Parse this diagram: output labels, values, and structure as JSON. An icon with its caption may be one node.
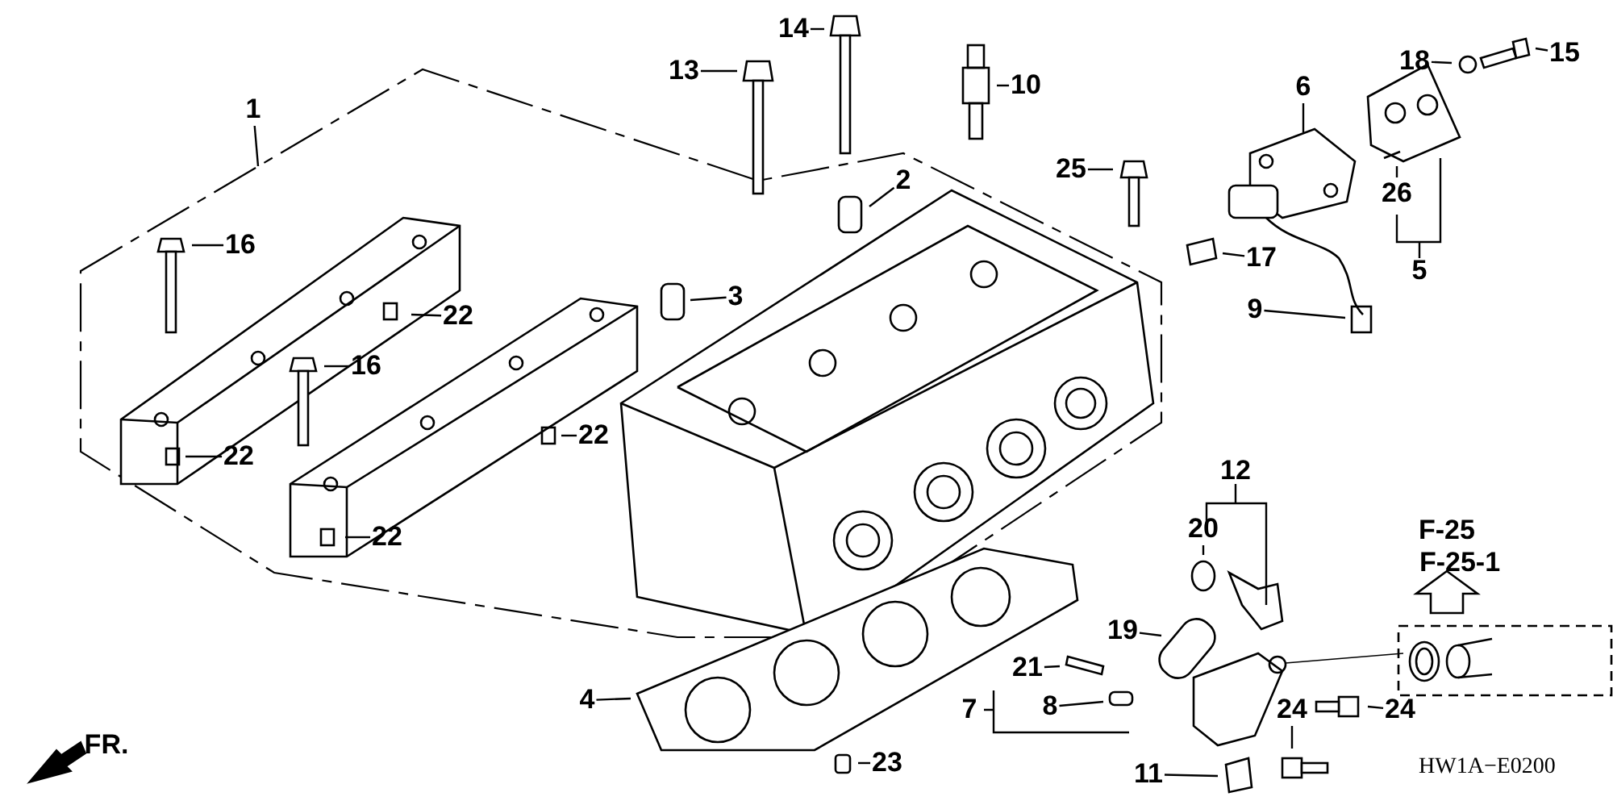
{
  "diagram": {
    "nodes": [
      {
        "text": [
          "14"
        ]
      },
      {
        "text": [
          "15"
        ]
      },
      {
        "text": [
          "18"
        ]
      },
      {
        "text": [
          "13"
        ]
      },
      {
        "text": [
          "10"
        ]
      },
      {
        "text": [
          "6"
        ]
      },
      {
        "text": [
          "1"
        ]
      },
      {
        "text": [
          "25"
        ]
      },
      {
        "text": [
          "26"
        ]
      },
      {
        "text": [
          "2"
        ]
      },
      {
        "text": [
          "16"
        ]
      },
      {
        "text": [
          "17"
        ]
      },
      {
        "text": [
          "3"
        ]
      },
      {
        "text": [
          "22"
        ]
      },
      {
        "text": [
          "9"
        ]
      },
      {
        "text": [
          "16"
        ]
      },
      {
        "text": [
          "22"
        ]
      },
      {
        "text": [
          "22"
        ]
      },
      {
        "text": [
          "20"
        ]
      },
      {
        "text": [
          "22"
        ]
      },
      {
        "text": [
          "19"
        ]
      },
      {
        "text": [
          "21"
        ]
      },
      {
        "text": [
          "4"
        ]
      },
      {
        "text": [
          "8"
        ]
      },
      {
        "text": [
          "24"
        ]
      },
      {
        "text": [
          "24"
        ]
      },
      {
        "text": [
          "11"
        ]
      },
      {
        "text": [
          "23"
        ]
      }
    ],
    "edges": [
      {
        "from": 0,
        "to": null,
        "arrow": "none"
      },
      {
        "from": 1,
        "to": null,
        "arrow": "none"
      },
      {
        "from": 2,
        "to": null,
        "arrow": "none"
      },
      {
        "from": 3,
        "to": null,
        "arrow": "none"
      },
      {
        "from": 4,
        "to": null,
        "arrow": "none"
      },
      {
        "from": 5,
        "to": null,
        "arrow": "none"
      },
      {
        "from": 6,
        "to": null,
        "arrow": "none"
      },
      {
        "from": 7,
        "to": null,
        "arrow": "none"
      },
      {
        "from": 8,
        "to": null,
        "arrow": "none"
      },
      {
        "from": 9,
        "to": null,
        "arrow": "none"
      },
      {
        "from": 10,
        "to": null,
        "arrow": "none"
      },
      {
        "from": 11,
        "to": null,
        "arrow": "none"
      },
      {
        "from": 12,
        "to": null,
        "arrow": "none"
      },
      {
        "from": 13,
        "to": null,
        "arrow": "none"
      },
      {
        "from": 14,
        "to": null,
        "arrow": "none"
      },
      {
        "from": 15,
        "to": null,
        "arrow": "none"
      },
      {
        "from": 16,
        "to": null,
        "arrow": "none"
      },
      {
        "from": 17,
        "to": null,
        "arrow": "none"
      },
      {
        "from": 18,
        "to": null,
        "arrow": "none"
      },
      {
        "from": 19,
        "to": null,
        "arrow": "none"
      },
      {
        "from": 20,
        "to": null,
        "arrow": "none"
      },
      {
        "from": 21,
        "to": null,
        "arrow": "none"
      },
      {
        "from": 22,
        "to": null,
        "arrow": "none"
      },
      {
        "from": 23,
        "to": null,
        "arrow": "none"
      },
      {
        "from": 24,
        "to": null,
        "arrow": "none"
      },
      {
        "from": 25,
        "to": null,
        "arrow": "none"
      },
      {
        "from": 26,
        "to": null,
        "arrow": "none"
      },
      {
        "from": 27,
        "to": null,
        "arrow": "none"
      }
    ],
    "labels": [
      "5",
      "12",
      "F-25",
      "F-25-1",
      "7",
      "FR.",
      "HW1A−E0200"
    ]
  }
}
